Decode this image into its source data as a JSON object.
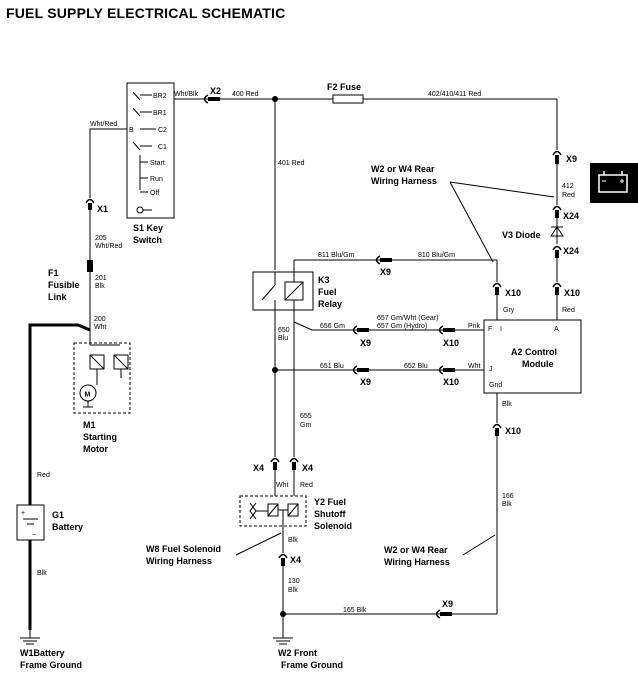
{
  "title": "FUEL SUPPLY ELECTRICAL SCHEMATIC",
  "components": {
    "s1": {
      "id": "S1 Key",
      "name": "Switch",
      "terms": [
        "BR2",
        "BR1",
        "B",
        "C2",
        "C1",
        "Start",
        "Run",
        "Off"
      ]
    },
    "f1": {
      "id": "F1",
      "name1": "Fusible",
      "name2": "Link"
    },
    "f2": {
      "label": "F2 Fuse"
    },
    "m1": {
      "id": "M1",
      "name1": "Starting",
      "name2": "Motor",
      "symbol": "M"
    },
    "g1": {
      "id": "G1",
      "name": "Battery"
    },
    "k3": {
      "id": "K3",
      "name1": "Fuel",
      "name2": "Relay"
    },
    "y2": {
      "id": "Y2 Fuel",
      "name1": "Shutoff",
      "name2": "Solenoid"
    },
    "a2": {
      "name1": "A2 Control",
      "name2": "Module",
      "pins": {
        "f": "F",
        "i": "I",
        "a": "A",
        "j": "J",
        "gnd": "Gnd"
      }
    },
    "v3": {
      "name": "V3 Diode"
    },
    "w1": {
      "line1": "W1Battery",
      "line2": "Frame Ground"
    },
    "w2": {
      "line1": "W2 Front",
      "line2": "Frame Ground"
    },
    "w8": {
      "line1": "W8 Fuel Solenoid",
      "line2": "Wiring Harness"
    },
    "harness_top": {
      "line1": "W2 or W4 Rear",
      "line2": "Wiring Harness"
    },
    "harness_bot": {
      "line1": "W2 or W4 Rear",
      "line2": "Wiring Harness"
    }
  },
  "connectors": {
    "x1": "X1",
    "x2": "X2",
    "x4": "X4",
    "x9": "X9",
    "x10": "X10",
    "x24": "X24"
  },
  "wires": {
    "wht_blk": "Wht/Blk",
    "wht_red": "Wht/Red",
    "w205": "205",
    "w205c": "Wht/Red",
    "w201": "201",
    "w201c": "Blk",
    "w200": "200",
    "w200c": "Wht",
    "red": "Red",
    "blk": "Blk",
    "w400": "400 Red",
    "w402": "402/410/411 Red",
    "w401": "401 Red",
    "w412": "412",
    "w412c": "Red",
    "w811": "811 Blu/Gm",
    "w810": "810 Blu/Gm",
    "gry": "Gry",
    "a_red": "Red",
    "w650": "650",
    "w650c": "Blu",
    "w656": "656 Gm",
    "w657a": "657 Gm/Wht (Gear)",
    "w657b": "657 Gm (Hydro)",
    "pnk": "Pnk",
    "w651": "651 Blu",
    "w652": "652 Blu",
    "wht": "Wht",
    "w655": "655",
    "w655c": "Gm",
    "sol_wht": "Wht",
    "sol_red": "Red",
    "gnd_blk": "Blk",
    "sol_blk": "Blk",
    "w166": "166",
    "w166c": "Blk",
    "w130": "130",
    "w130c": "Blk",
    "w165": "165 Blk"
  },
  "colors": {
    "wire": "#000000",
    "background": "#ffffff",
    "icon_bg": "#000000"
  }
}
